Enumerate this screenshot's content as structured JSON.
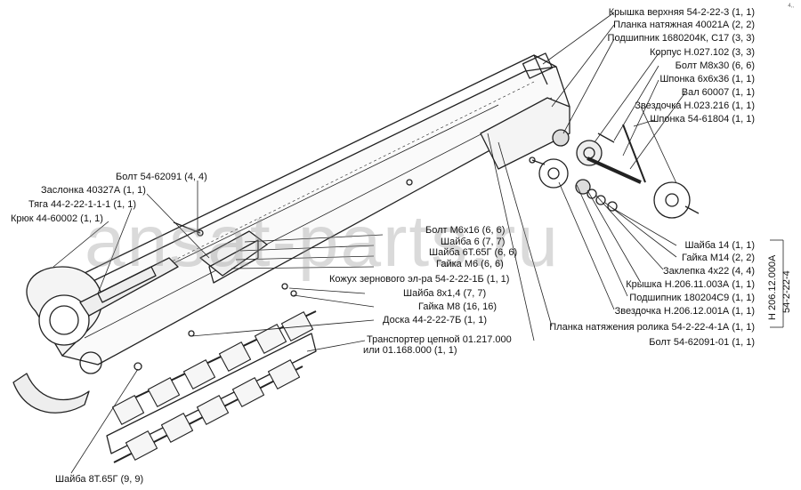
{
  "watermark": "ansat-parts.ru",
  "corner_mark": "4,,",
  "right_labels": [
    "Крышка верхняя 54-2-22-3 (1, 1)",
    "Планка натяжная 40021А (2, 2)",
    "Подшипник 1680204К, С17 (3, 3)",
    "Корпус Н.027.102 (3, 3)",
    "Болт М8х30 (6, 6)",
    "Шпонка 6х6х36 (1, 1)",
    "Вал 60007 (1, 1)",
    "Звездочка Н.023.216 (1, 1)",
    "Шпонка 54-61804 (1, 1)"
  ],
  "left_labels": [
    "Болт 54-62091 (4, 4)",
    "Заслонка 40327А (1, 1)",
    "Тяга 44-2-22-1-1-1 (1, 1)",
    "Крюк 44-60002 (1, 1)"
  ],
  "middle_labels": [
    "Болт М6х16 (6, 6)",
    "Шайба 6 (7, 7)",
    "Шайба 6Т.65Г (6, 6)",
    "Гайка М6 (6, 6)",
    "Кожух зернового эл-ра 54-2-22-1Б (1, 1)",
    "Шайба 8х1,4 (7, 7)",
    "Гайка М8 (16, 16)",
    "Доска 44-2-22-7Б (1, 1)",
    "Транспортер цепной 01.217.000",
    "или 01.168.000 (1, 1)"
  ],
  "lower_right_labels": [
    "Шайба 14 (1, 1)",
    "Гайка М14 (2, 2)",
    "Заклепка 4х22 (4, 4)",
    "Крышка Н.206.11.003А (1, 1)",
    "Подшипник 180204С9 (1, 1)",
    "Звездочка Н.206.12.001А (1, 1)",
    "Планка натяжения ролика 54-2-22-4-1А (1, 1)",
    "Болт 54-62091-01 (1, 1)"
  ],
  "bottom_labels": [
    "Шайба 8Т.65Г (9, 9)"
  ],
  "assembly_labels": [
    "Н 206.12.000А",
    "54-2-22-4"
  ]
}
